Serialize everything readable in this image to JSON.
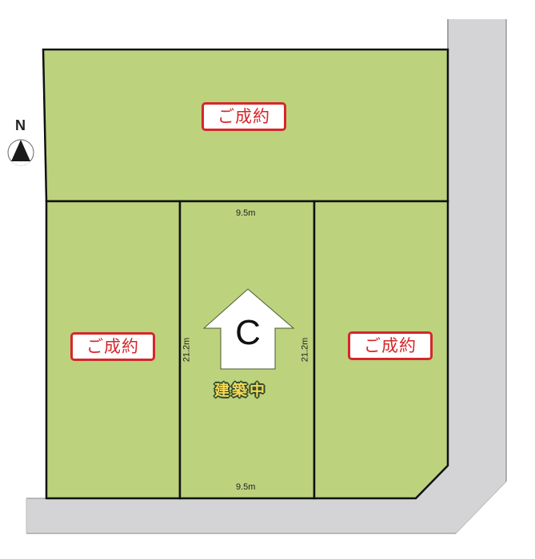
{
  "colors": {
    "lot_fill": "#bcd27d",
    "lot_border": "#111111",
    "road_fill": "#d4d4d6",
    "road_edge": "#8a8a8a",
    "sold_red": "#d6262b",
    "status_yellow": "#f3d85a",
    "status_outline": "#2c4a2a"
  },
  "compass": {
    "label": "N",
    "icon": "north-arrow-icon"
  },
  "lots": [
    {
      "id": "top",
      "status": "ご成約"
    },
    {
      "id": "left",
      "status": "ご成約"
    },
    {
      "id": "center",
      "letter": "C",
      "status": "建築中",
      "dimensions": {
        "top": "9.5m",
        "bottom": "9.5m",
        "left": "21.2m",
        "right": "21.2m"
      }
    },
    {
      "id": "right",
      "status": "ご成約"
    }
  ]
}
